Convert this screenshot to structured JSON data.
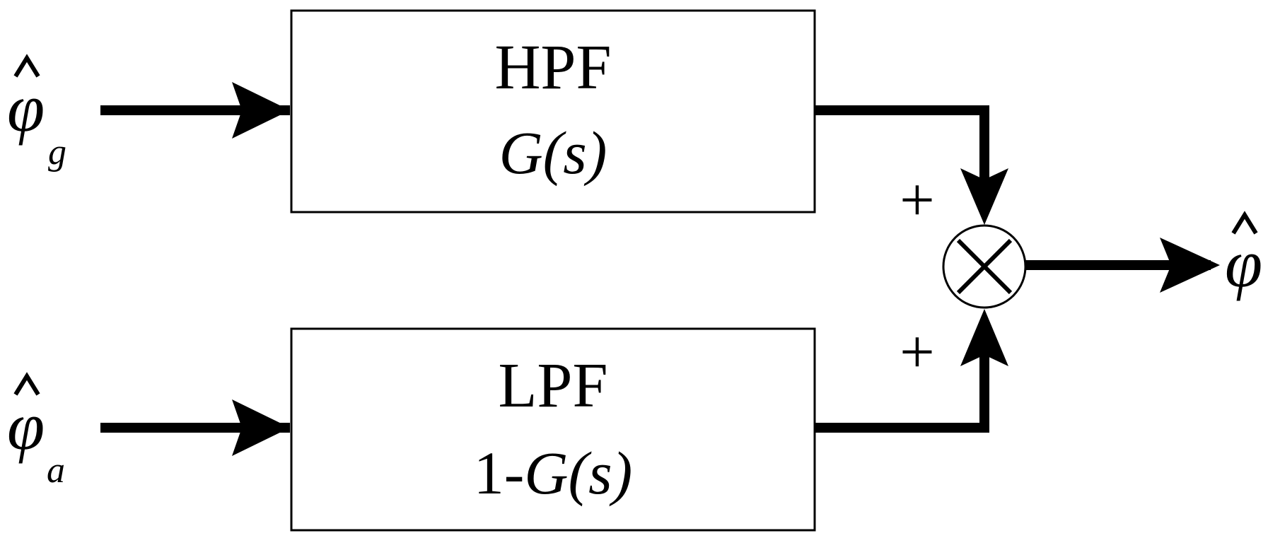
{
  "diagram": {
    "inputs": {
      "gyro": {
        "symbol": "φ",
        "subscript": "g"
      },
      "accel": {
        "symbol": "φ",
        "subscript": "a"
      }
    },
    "blocks": {
      "hpf": {
        "title": "HPF",
        "function": "G(s)"
      },
      "lpf": {
        "title": "LPF",
        "prefix": "1-",
        "function": "G(s)"
      }
    },
    "summing_junction": {
      "top_sign": "+",
      "bottom_sign": "+"
    },
    "output": {
      "symbol": "φ"
    },
    "colors": {
      "line": "#000000",
      "block_border": "#000000",
      "background": "#ffffff"
    }
  }
}
